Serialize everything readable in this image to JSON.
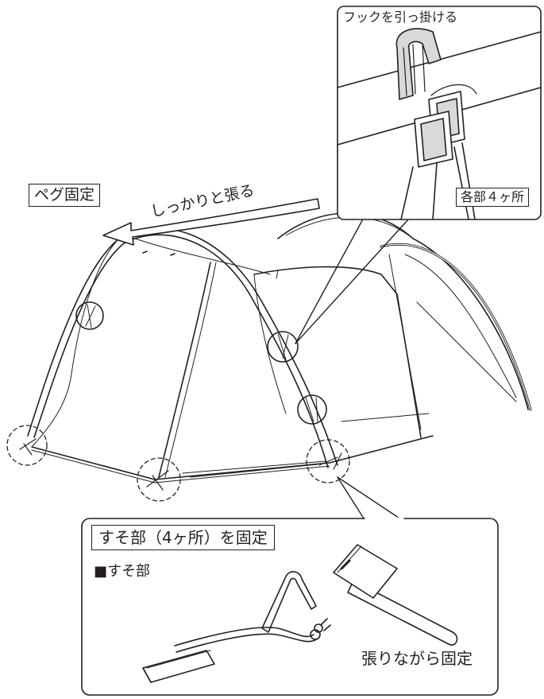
{
  "callouts": {
    "hook": {
      "title": "フックを引っ掛ける",
      "count": "各部４ヶ所"
    },
    "peg": {
      "title": "ペグ固定",
      "arrow_text": "しっかりと張る"
    },
    "skirt": {
      "title": "すそ部（4ヶ所）を固定",
      "subtitle": "■すそ部",
      "action": "張りながら固定"
    }
  },
  "colors": {
    "line": "#231f20",
    "fill": "#ffffff",
    "shade": "#d9d9d9"
  }
}
